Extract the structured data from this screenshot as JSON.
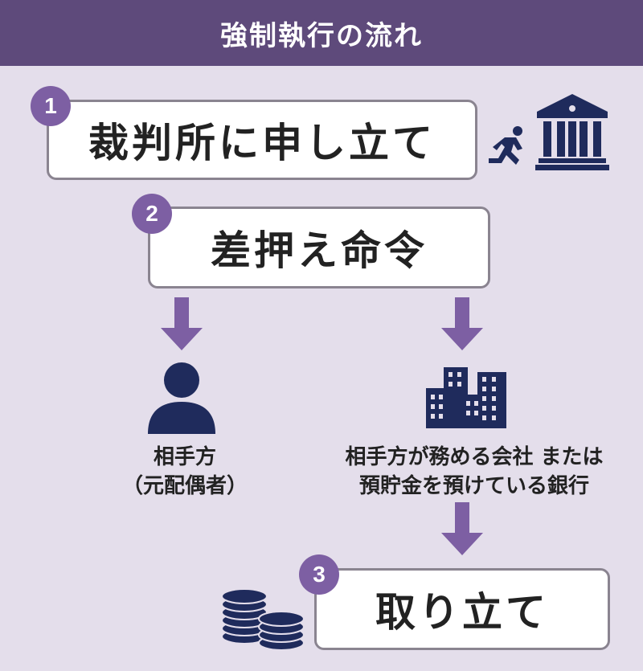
{
  "header": {
    "title": "強制執行の流れ"
  },
  "steps": [
    {
      "number": "1",
      "label": "裁判所に申し立て"
    },
    {
      "number": "2",
      "label": "差押え命令"
    },
    {
      "number": "3",
      "label": "取り立て"
    }
  ],
  "targets": {
    "person": {
      "line1": "相手方",
      "line2": "（元配偶者）"
    },
    "company": {
      "line1": "相手方が務める会社 または",
      "line2": "預貯金を預けている銀行"
    }
  },
  "icons": {
    "step1": [
      "running-person-icon",
      "courthouse-icon"
    ],
    "person": "person-icon",
    "company": "buildings-icon",
    "step3": "coins-icon"
  },
  "colors": {
    "background": "#e4deeb",
    "header": "#5e4a7b",
    "accent": "#7d5fa3",
    "icon": "#1f2b5c"
  }
}
